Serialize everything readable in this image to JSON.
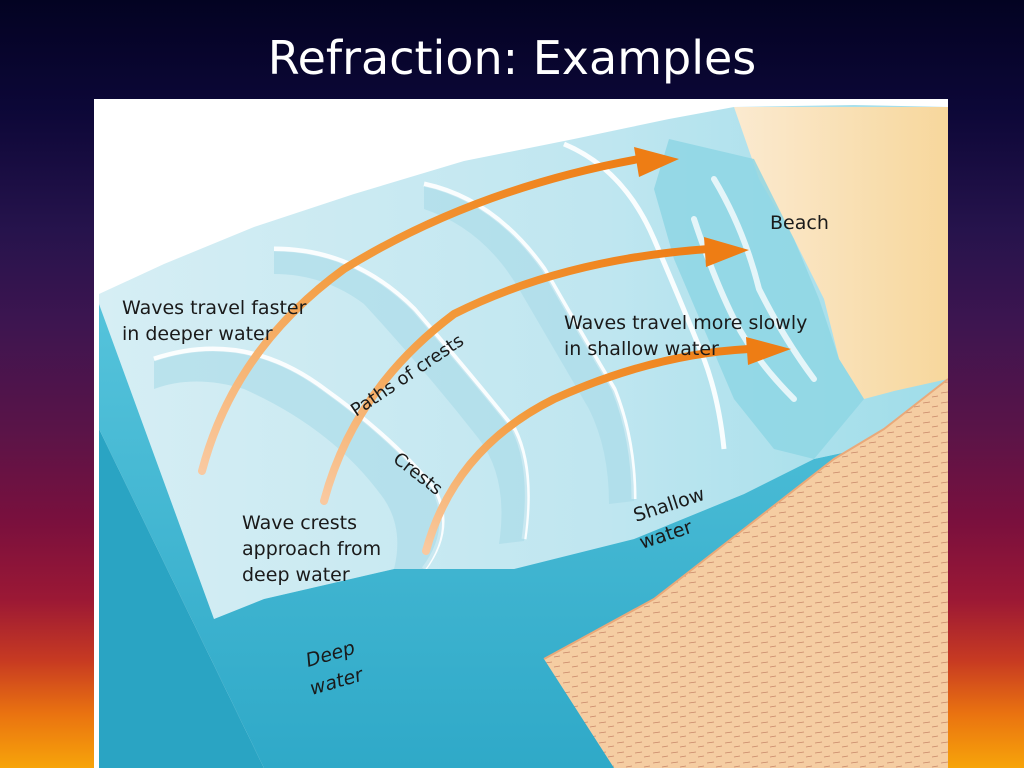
{
  "slide": {
    "title": "Refraction: Examples"
  },
  "diagram": {
    "labels": {
      "beach": "Beach",
      "fast_line1": "Waves travel faster",
      "fast_line2": "in deeper water",
      "slow_line1": "Waves travel more slowly",
      "slow_line2": "in shallow water",
      "paths": "Paths of crests",
      "crests": "Crests",
      "approach_line1": "Wave crests",
      "approach_line2": "approach from",
      "approach_line3": "deep water",
      "shallow_line1": "Shallow",
      "shallow_line2": "water",
      "deep_line1": "Deep",
      "deep_line2": "water"
    },
    "colors": {
      "arrow": "#f08a24",
      "deep_water": "#3cb6d2",
      "shallow_water": "#9fdbe8",
      "sand": "#f6d7a0",
      "seabed": "#f3c79a"
    }
  }
}
